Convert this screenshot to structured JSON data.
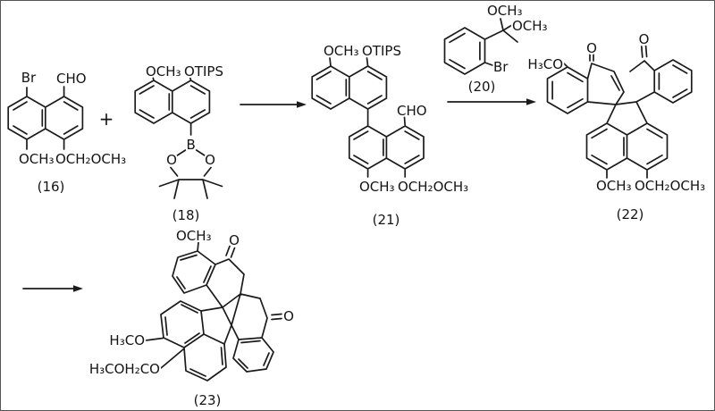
{
  "scheme": {
    "plus_sign": "+",
    "compounds": {
      "c16": {
        "label": "(16)",
        "bromo": "Br",
        "aldehyde": "CHO",
        "methoxy": "OCH₃",
        "mom_ether": "OCH₂OCH₃"
      },
      "c18": {
        "label": "(18)",
        "methoxy": "OCH₃",
        "tips_ether": "OTIPS",
        "boron": "B",
        "oxygen_left": "O",
        "oxygen_right": "O"
      },
      "c20": {
        "label": "(20)",
        "methoxy_top": "OCH₃",
        "methoxy_right": "OCH₃",
        "bromo": "Br"
      },
      "c21": {
        "label": "(21)",
        "methoxy_top": "OCH₃",
        "tips_ether": "OTIPS",
        "aldehyde": "CHO",
        "methoxy_bottom": "OCH₃",
        "mom_ether": "OCH₂OCH₃"
      },
      "c22": {
        "label": "(22)",
        "methoxy_left": "H₃CO",
        "ketone_oxygen": "O",
        "acetyl_oxygen": "O",
        "methoxy_bottom": "OCH₃",
        "mom_ether": "OCH₂OCH₃"
      },
      "c23": {
        "label": "(23)",
        "methoxy_top": "OCH₃",
        "ketone1_oxygen": "O",
        "ketone2_oxygen": "O",
        "methoxy_left": "H₃CO",
        "mom_ether": "H₃COH₂CO"
      }
    }
  }
}
